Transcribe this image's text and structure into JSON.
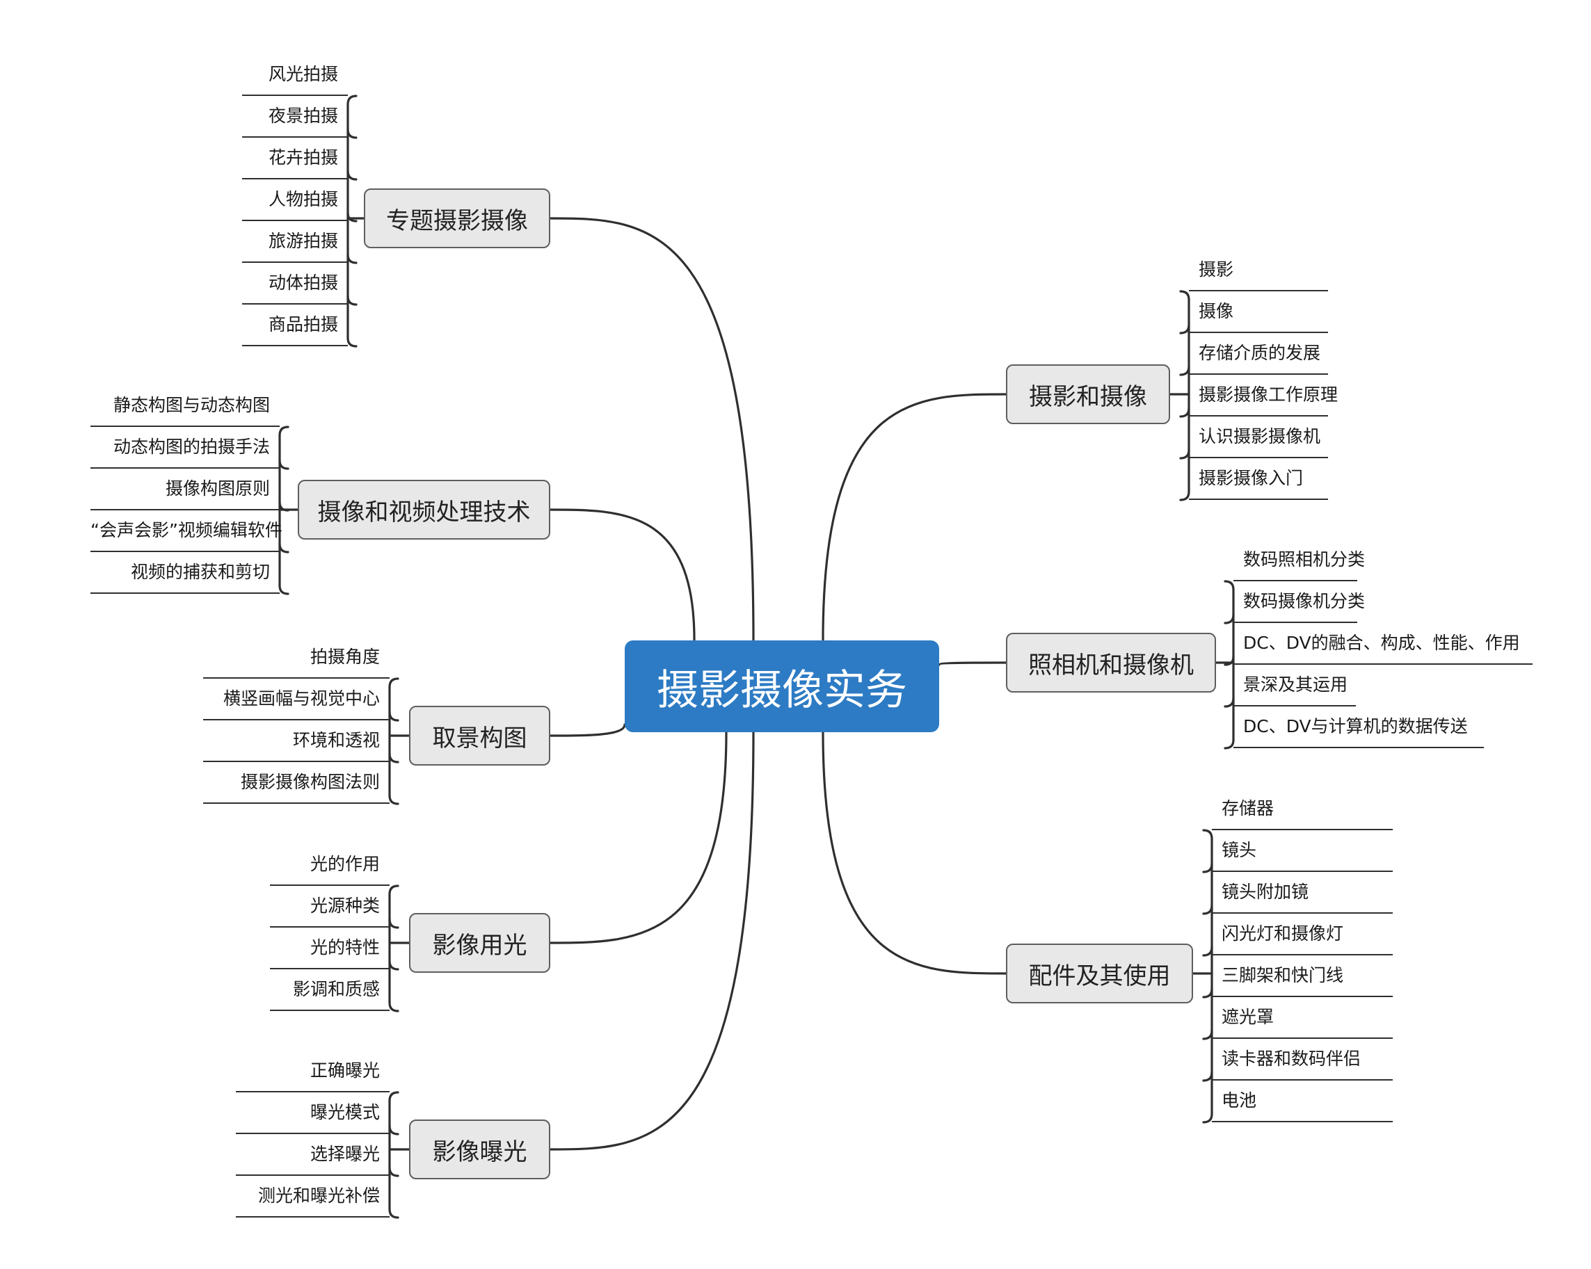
{
  "root": {
    "label": "摄影摄像实务"
  },
  "branches": [
    {
      "id": "b1",
      "label": "专题摄影摄像",
      "children": [
        "风光拍摄",
        "夜景拍摄",
        "花卉拍摄",
        "人物拍摄",
        "旅游拍摄",
        "动体拍摄",
        "商品拍摄"
      ]
    },
    {
      "id": "b2",
      "label": "摄像和视频处理技术",
      "children": [
        "静态构图与动态构图",
        "动态构图的拍摄手法",
        "摄像构图原则",
        "“会声会影”视频编辑软件",
        "视频的捕获和剪切"
      ]
    },
    {
      "id": "b3",
      "label": "取景构图",
      "children": [
        "拍摄角度",
        "横竖画幅与视觉中心",
        "环境和透视",
        "摄影摄像构图法则"
      ]
    },
    {
      "id": "b4",
      "label": "影像用光",
      "children": [
        "光的作用",
        "光源种类",
        "光的特性",
        "影调和质感"
      ]
    },
    {
      "id": "b5",
      "label": "影像曝光",
      "children": [
        "正确曝光",
        "曝光模式",
        "选择曝光",
        "测光和曝光补偿"
      ]
    },
    {
      "id": "b6",
      "label": "摄影和摄像",
      "children": [
        "摄影",
        "摄像",
        "存储介质的发展",
        "摄影摄像工作原理",
        "认识摄影摄像机",
        "摄影摄像入门"
      ]
    },
    {
      "id": "b7",
      "label": "照相机和摄像机",
      "children": [
        "数码照相机分类",
        "数码摄像机分类",
        "DC、DV的融合、构成、性能、作用",
        "景深及其运用",
        "DC、DV与计算机的数据传送"
      ]
    },
    {
      "id": "b8",
      "label": "配件及其使用",
      "children": [
        "存储器",
        "镜头",
        "镜头附加镜",
        "闪光灯和摄像灯",
        "三脚架和快门线",
        "遮光罩",
        "读卡器和数码伴侣",
        "电池"
      ]
    }
  ]
}
